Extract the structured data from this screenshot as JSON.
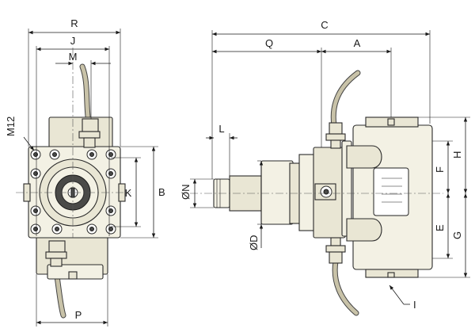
{
  "dimension_labels": {
    "R": "R",
    "J": "J",
    "M": "M",
    "M12": "M12",
    "K": "K",
    "B": "B",
    "P": "P",
    "C": "C",
    "Q": "Q",
    "A": "A",
    "L": "L",
    "N": "ØN",
    "D": "ØD",
    "F": "F",
    "H": "H",
    "E": "E",
    "G": "G",
    "I": "I"
  }
}
